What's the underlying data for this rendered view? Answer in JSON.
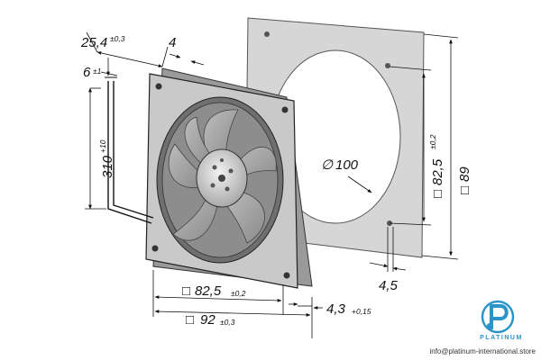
{
  "dimensions": {
    "depth": {
      "value": "25,4",
      "tolerance": "±0,3"
    },
    "flange": {
      "value": "4"
    },
    "cable_offset": {
      "value": "6",
      "tolerance": "±1"
    },
    "cable_length": {
      "value": "310",
      "tolerance": "+10"
    },
    "hole_spacing_front": {
      "symbol": "□",
      "value": "82,5",
      "tolerance": "±0,2"
    },
    "outer_size_front": {
      "symbol": "□",
      "value": "92",
      "tolerance": "±0,3"
    },
    "mount_depth": {
      "value": "4,3",
      "tolerance": "+0,15"
    },
    "hole_diameter": {
      "value": "4,5"
    },
    "opening_diameter": {
      "symbol": "∅",
      "value": "100"
    },
    "hole_spacing_side": {
      "symbol": "□",
      "value": "82,5",
      "tolerance": "±0,2"
    },
    "outer_size_side": {
      "symbol": "□",
      "value": "89"
    }
  },
  "brand": {
    "name": "PLATINUM",
    "url": "info@platinum-international.store",
    "logo": "platinum-p-logo",
    "accent": "#2b95c9"
  },
  "colors": {
    "fan_body": "#c9c9c9",
    "fan_dark": "#7a7a7a",
    "gasket": "#d8d8d8",
    "line": "#111111"
  }
}
